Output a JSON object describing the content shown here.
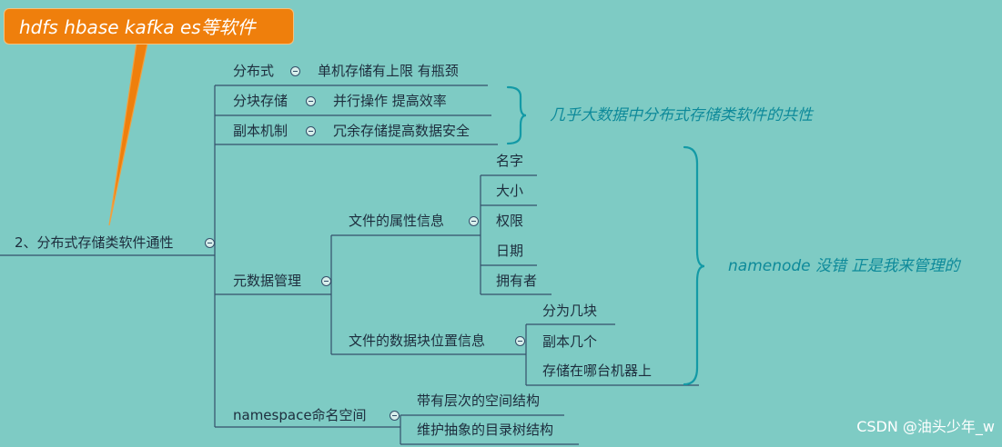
{
  "callout": {
    "text": "hdfs  hbase  kafka  es等软件"
  },
  "root": {
    "label": "2、分布式存储类软件通性"
  },
  "branches": {
    "distributed": {
      "label": "分布式",
      "detail": "单机存储有上限 有瓶颈"
    },
    "chunk": {
      "label": "分块存储",
      "detail": "并行操作 提高效率"
    },
    "replica": {
      "label": "副本机制",
      "detail": "冗余存储提高数据安全"
    },
    "metadata": {
      "label": "元数据管理",
      "attributes": {
        "label": "文件的属性信息",
        "items": [
          "名字",
          "大小",
          "权限",
          "日期",
          "拥有者"
        ]
      },
      "blocks": {
        "label": "文件的数据块位置信息",
        "items": [
          "分为几块",
          "副本几个",
          "存储在哪台机器上"
        ]
      }
    },
    "namespace": {
      "label": "namespace命名空间",
      "items": [
        "带有层次的空间结构",
        "维护抽象的目录树结构"
      ]
    }
  },
  "notes": {
    "common": "几乎大数据中分布式存储类软件的共性",
    "namenode": "namenode 没错 正是我来管理的"
  },
  "watermark": "CSDN @油头少年_w"
}
